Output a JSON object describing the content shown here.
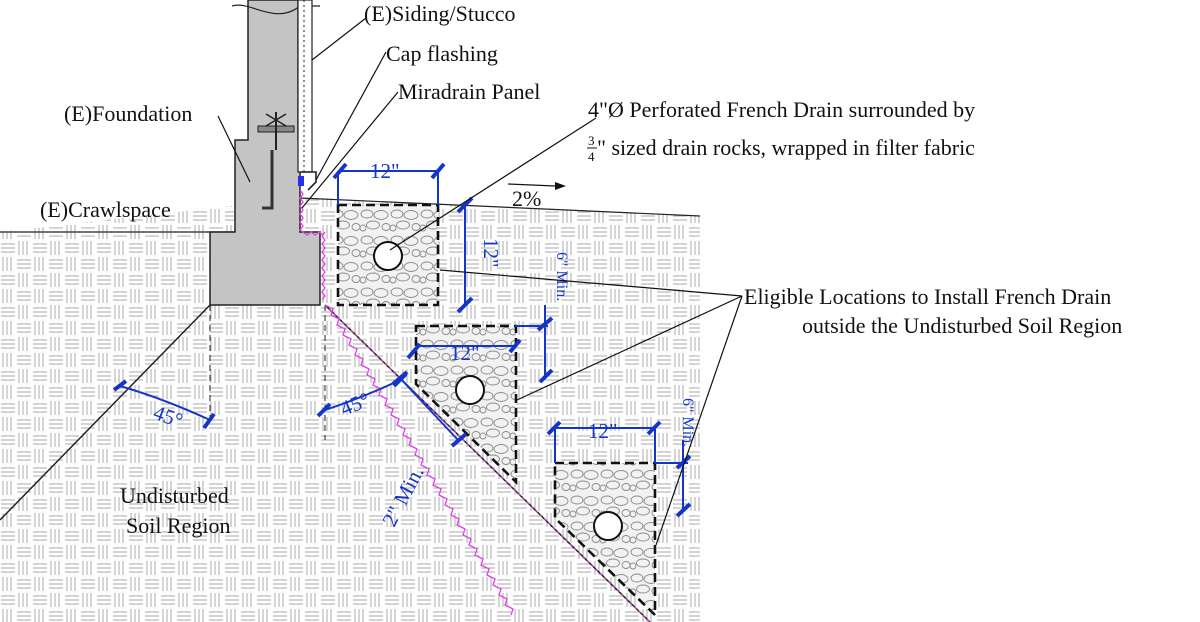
{
  "labels": {
    "siding": "(E)Siding/Stucco",
    "cap_flashing": "Cap flashing",
    "miradrain": "Miradrain Panel",
    "foundation": "(E)Foundation",
    "crawlspace": "(E)Crawlspace",
    "drain_line1": "4\"Ø Perforated French Drain surrounded by",
    "drain_frac_num": "3",
    "drain_frac_den": "4",
    "drain_line2": "\" sized drain rocks, wrapped in filter fabric",
    "slope": "2%",
    "eligible_line1": "Eligible Locations to Install French Drain",
    "eligible_line2": "outside the Undisturbed Soil Region",
    "undisturbed_line1": "Undisturbed",
    "undisturbed_line2": "Soil Region"
  },
  "dimensions": {
    "drain1_width": "12\"",
    "drain1_depth": "12\"",
    "drain2_width": "12\"",
    "drain3_width": "12\"",
    "min6_a": "6\" Min.",
    "min6_b": "6\" Min.",
    "min2": "2\" Min.",
    "angle_left": "45°",
    "angle_right": "45°"
  },
  "colors": {
    "dimension": "#1535c8",
    "filter_fabric": "#e040e8",
    "foundation_fill": "#c4c4c4"
  }
}
